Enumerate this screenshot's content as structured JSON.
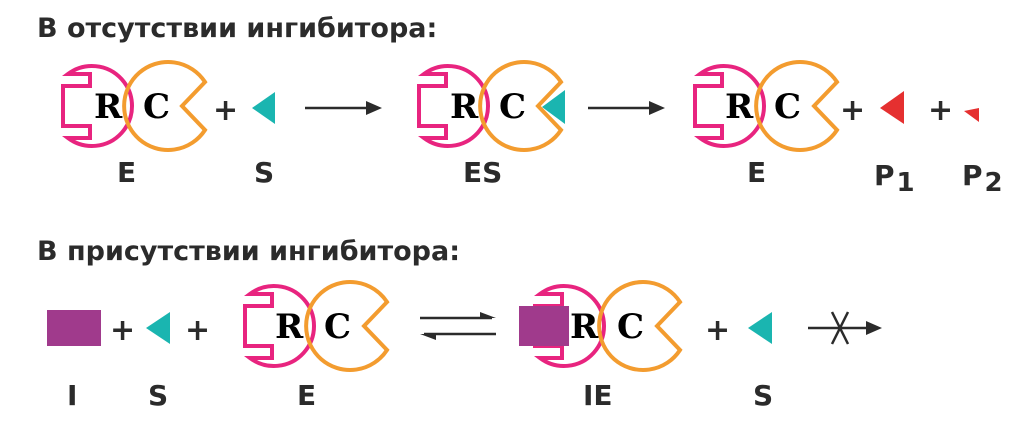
{
  "headings": {
    "absence": "В отсутствии ингибитора:",
    "presence": "В присутствии ингибитора:"
  },
  "site_letters": {
    "regulatory": "R",
    "catalytic": "C"
  },
  "labels": {
    "enzyme": "E",
    "substrate": "S",
    "complex": "ES",
    "product1": "P",
    "product2": "P",
    "product1_index": "1",
    "product2_index": "2",
    "inhibitor": "I",
    "inhibited_complex": "IE"
  },
  "plus_sign": "+",
  "colors": {
    "regulatory_ring": "#e8247f",
    "catalytic_ring": "#f39c2f",
    "substrate": "#1ab5b0",
    "product": "#e53030",
    "inhibitor": "#a03a8c",
    "text": "#2b2b2b"
  }
}
